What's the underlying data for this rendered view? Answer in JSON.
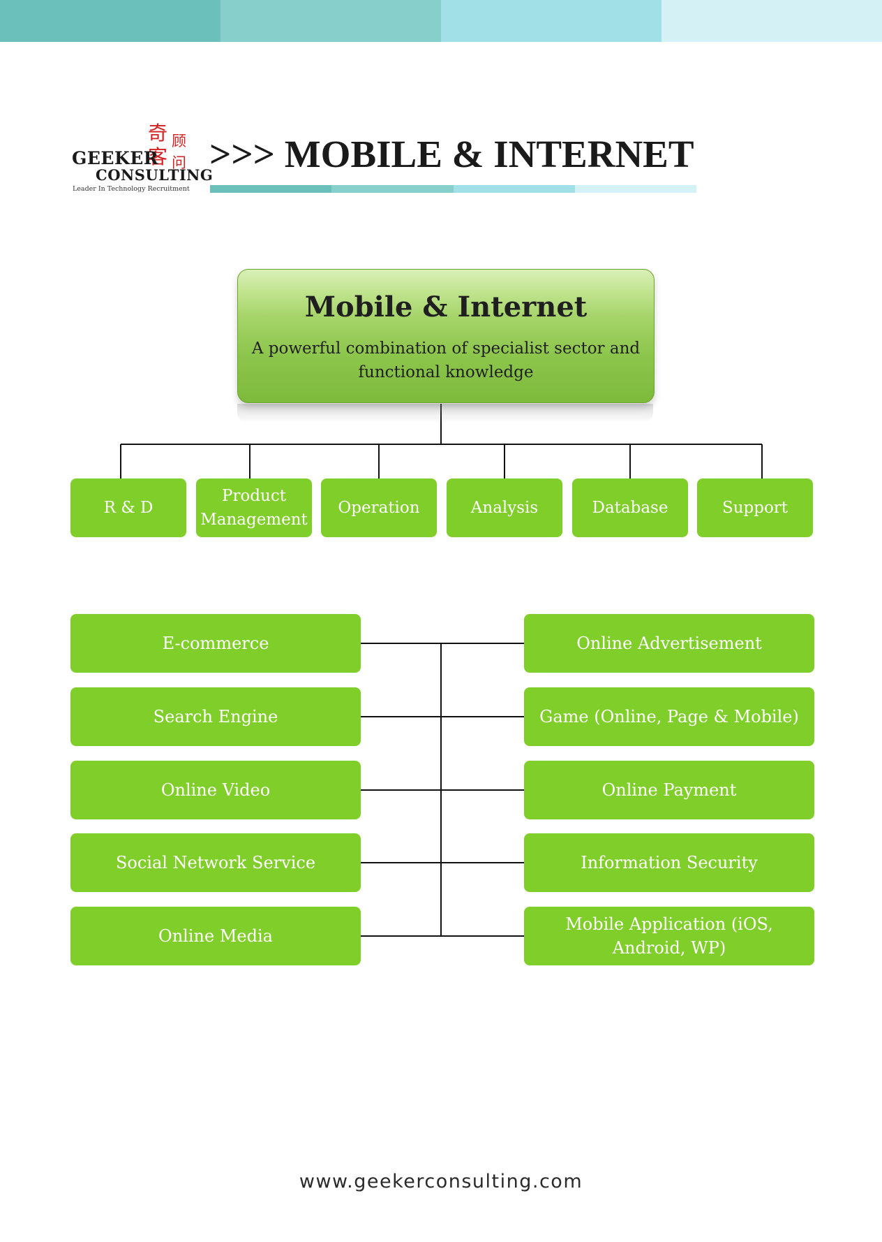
{
  "colors": {
    "bar": [
      "#6cc0bb",
      "#86cfca",
      "#a2e0e8",
      "#d4f1f6"
    ],
    "box_green": "#80ce2a",
    "logo_red": "#d21f1f",
    "line": "#111111"
  },
  "logo": {
    "name_line1": "GEEKER",
    "name_line2": "CONSULTING",
    "chinese": [
      "奇",
      "顾",
      "客",
      "问"
    ],
    "tagline": "Leader In Technology Recruitment"
  },
  "header": {
    "title": ">>> MOBILE & INTERNET"
  },
  "hero": {
    "title": "Mobile & Internet",
    "subtitle_line1": "A powerful combination of specialist sector and",
    "subtitle_line2": "functional knowledge"
  },
  "functions": [
    {
      "label": "R & D"
    },
    {
      "label": "Product Management"
    },
    {
      "label": "Operation"
    },
    {
      "label": "Analysis"
    },
    {
      "label": "Database"
    },
    {
      "label": "Support"
    }
  ],
  "sectors_left": [
    {
      "label": "E-commerce"
    },
    {
      "label": "Search Engine"
    },
    {
      "label": "Online Video"
    },
    {
      "label": "Social Network Service"
    },
    {
      "label": "Online Media"
    }
  ],
  "sectors_right": [
    {
      "label": "Online Advertisement"
    },
    {
      "label": "Game (Online, Page & Mobile)"
    },
    {
      "label": "Online Payment"
    },
    {
      "label": "Information Security"
    },
    {
      "label": "Mobile Application (iOS, Android, WP)"
    }
  ],
  "footer": {
    "url": "www.geekerconsulting.com"
  }
}
